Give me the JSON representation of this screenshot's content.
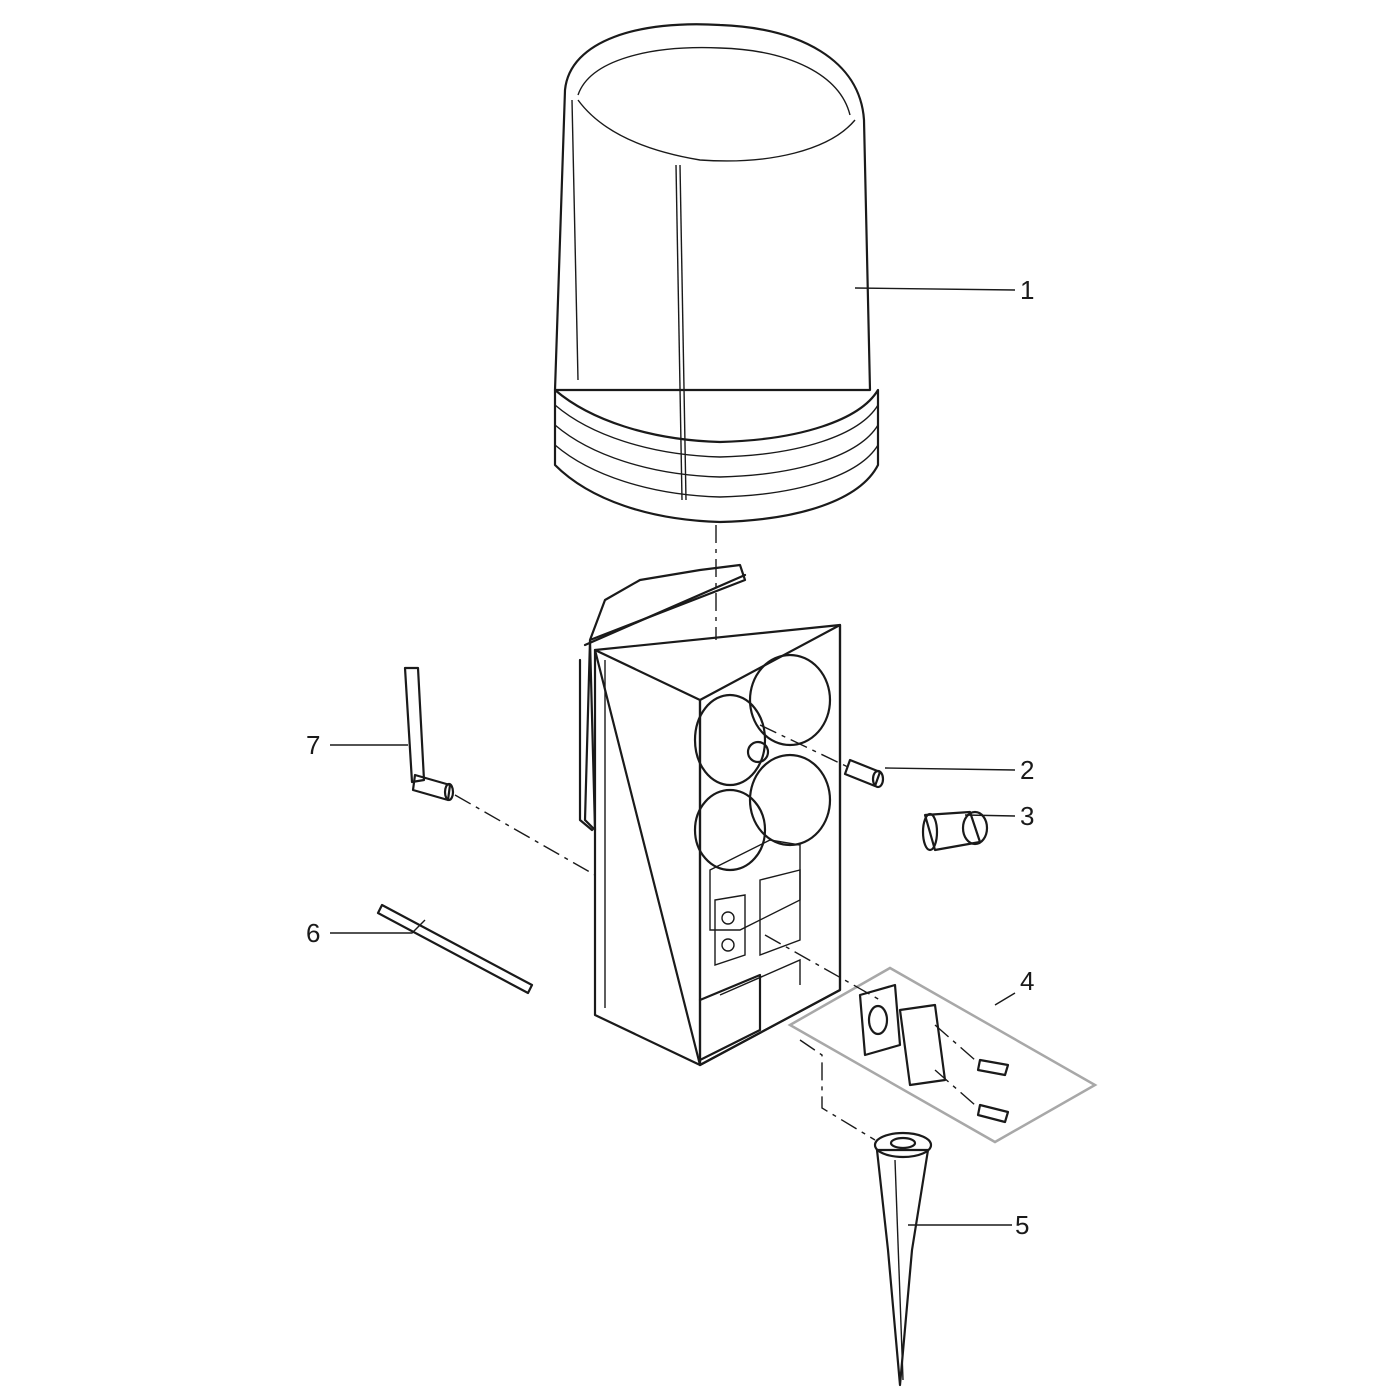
{
  "callouts": [
    {
      "id": "1",
      "label": "1"
    },
    {
      "id": "2",
      "label": "2"
    },
    {
      "id": "3",
      "label": "3"
    },
    {
      "id": "4",
      "label": "4"
    },
    {
      "id": "5",
      "label": "5"
    },
    {
      "id": "6",
      "label": "6"
    },
    {
      "id": "7",
      "label": "7"
    }
  ],
  "colors": {
    "line": "#1a1a1a",
    "fill": "#e6e6e6",
    "group_frame": "#a8a8a8"
  }
}
